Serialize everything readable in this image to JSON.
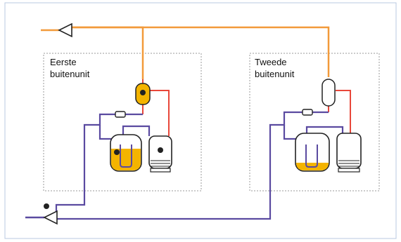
{
  "units": [
    {
      "line1": "Eerste",
      "line2": "buitenunit"
    },
    {
      "line1": "Tweede",
      "line2": "buitenunit"
    }
  ],
  "markers": [
    "1",
    "1",
    "1",
    "1"
  ],
  "colors": {
    "frame": "#b8c8e0",
    "unit_border": "#9a9a9a",
    "discharge_pipe": "#f29a3a",
    "hot_gas_pipe": "#e8473a",
    "suction_pipe": "#5a4aa0",
    "oil": "#f4b400",
    "vessel_outline": "#222222",
    "marker": "#222222"
  },
  "icons": [
    "flow-direction-triangle",
    "oil-separator",
    "accumulator",
    "compressor",
    "filter"
  ]
}
